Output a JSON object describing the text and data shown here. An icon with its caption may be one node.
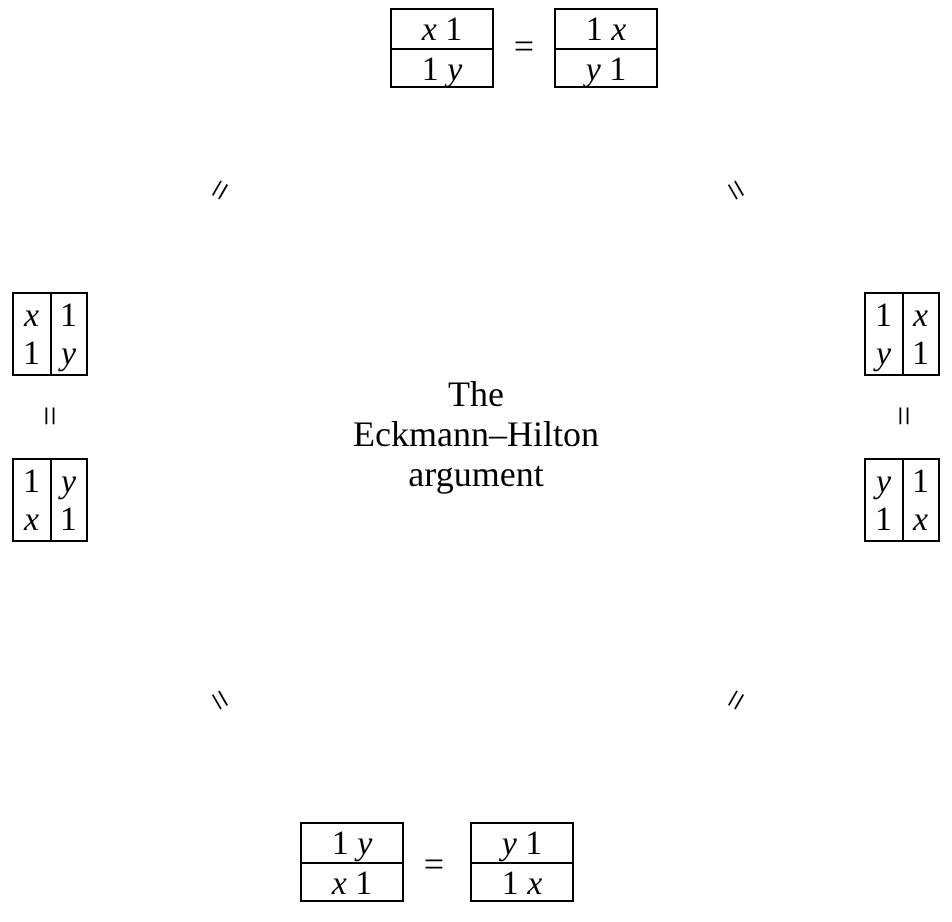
{
  "diagram": {
    "nodes": [
      {
        "text": [
          "*x* 1",
          "1 *y*"
        ]
      },
      {
        "text": [
          "1 *x*",
          "*y* 1"
        ]
      },
      {
        "text": [
          "*x* 1",
          "1 *y*"
        ]
      },
      {
        "text": [
          "1 *y*",
          "*x* 1"
        ]
      },
      {
        "text": [
          "1 *x*",
          "*y* 1"
        ]
      },
      {
        "text": [
          "*y* 1",
          "1 *x*"
        ]
      },
      {
        "text": [
          "1 *y*",
          "*x* 1"
        ]
      },
      {
        "text": [
          "*y* 1",
          "1 *x*"
        ]
      }
    ],
    "labels": [
      "=",
      "=",
      "=",
      "=",
      "The Eckmann–Hilton argument",
      "=",
      "=",
      "=",
      "="
    ]
  }
}
